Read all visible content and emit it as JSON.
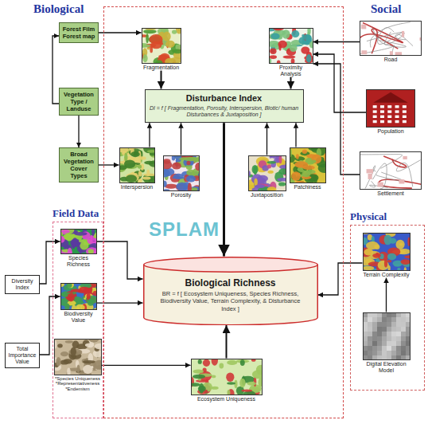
{
  "diagram": {
    "nodes": [
      {
        "text": [
          "Forest Film Forest map"
        ]
      },
      {
        "text": [
          "Vegetation Type / Landuse"
        ]
      },
      {
        "text": [
          "Broad Vegetation Cover Types"
        ]
      },
      {
        "text": [
          "SPLAM"
        ]
      },
      {
        "text": [
          "Fragmentation"
        ],
        "in": 3
      },
      {
        "text": [
          "Proximity Analysis"
        ],
        "in": 3
      },
      {
        "text": [
          "Disturbance Index",
          "DI = f [ Fragmentation, Porosity, Interspersion, Biotic/ human Disturbances & Juxtaposition ]"
        ],
        "in": 3
      },
      {
        "text": [
          "Interspersion"
        ],
        "in": 3
      },
      {
        "text": [
          "Porosity"
        ],
        "in": 3
      },
      {
        "text": [
          "Juxtaposition"
        ],
        "in": 3
      },
      {
        "text": [
          "Patchiness"
        ],
        "in": 3
      },
      {
        "text": [
          "Biological Richness",
          "BR = f [ Ecosystem Uniqueness, Species Richness, Biodiversity Value, Terrain Complexity, & Disturbance Index ]"
        ],
        "in": 3
      },
      {
        "text": [
          "Ecosystem Uniqueness"
        ],
        "in": 3
      },
      {
        "text": [
          "Road"
        ]
      },
      {
        "text": [
          "Population"
        ]
      },
      {
        "text": [
          "Settlement"
        ]
      },
      {
        "text": [
          "Field Data"
        ]
      },
      {
        "text": [
          "Species Richness"
        ],
        "in": 16
      },
      {
        "text": [
          "Biodiversity Value"
        ],
        "in": 16
      },
      {
        "text": [
          "*Species Uniqueness *Representativeness *Endemism"
        ],
        "in": 16
      },
      {
        "text": [
          "Diversity Index"
        ]
      },
      {
        "text": [
          "Total Importance Value"
        ]
      },
      {
        "text": [
          "Physical"
        ]
      },
      {
        "text": [
          "Terrain Complexity"
        ],
        "in": 22
      },
      {
        "text": [
          "Digital Elevation Model"
        ],
        "in": 22
      }
    ],
    "edges": [
      {
        "from": 0,
        "to": 4,
        "arrow": "to"
      },
      {
        "from": 1,
        "to": 0,
        "arrow": "to"
      },
      {
        "from": 1,
        "to": 2,
        "arrow": "to"
      },
      {
        "from": 2,
        "to": 7,
        "arrow": "to"
      },
      {
        "from": 4,
        "to": 6,
        "arrow": "to"
      },
      {
        "from": 5,
        "to": 6,
        "arrow": "to"
      },
      {
        "from": 13,
        "to": 5,
        "arrow": "to"
      },
      {
        "from": 14,
        "to": 5,
        "arrow": "to"
      },
      {
        "from": 15,
        "to": 5,
        "arrow": "to"
      },
      {
        "from": 7,
        "to": 6,
        "arrow": "to"
      },
      {
        "from": 8,
        "to": 6,
        "arrow": "to"
      },
      {
        "from": 9,
        "to": 6,
        "arrow": "to"
      },
      {
        "from": 10,
        "to": 6,
        "arrow": "to"
      },
      {
        "from": 6,
        "to": 11,
        "arrow": "to"
      },
      {
        "from": 17,
        "to": 11,
        "arrow": "to"
      },
      {
        "from": 18,
        "to": 11,
        "arrow": "to"
      },
      {
        "from": 19,
        "to": 12,
        "arrow": "to"
      },
      {
        "from": 12,
        "to": 11,
        "arrow": "to"
      },
      {
        "from": 20,
        "to": 17,
        "arrow": "to"
      },
      {
        "from": 21,
        "to": 18,
        "arrow": "to"
      },
      {
        "from": 23,
        "to": 11,
        "arrow": "to"
      },
      {
        "from": 24,
        "to": 23,
        "arrow": "to"
      }
    ],
    "labels": [
      "Biological",
      "Social"
    ]
  }
}
